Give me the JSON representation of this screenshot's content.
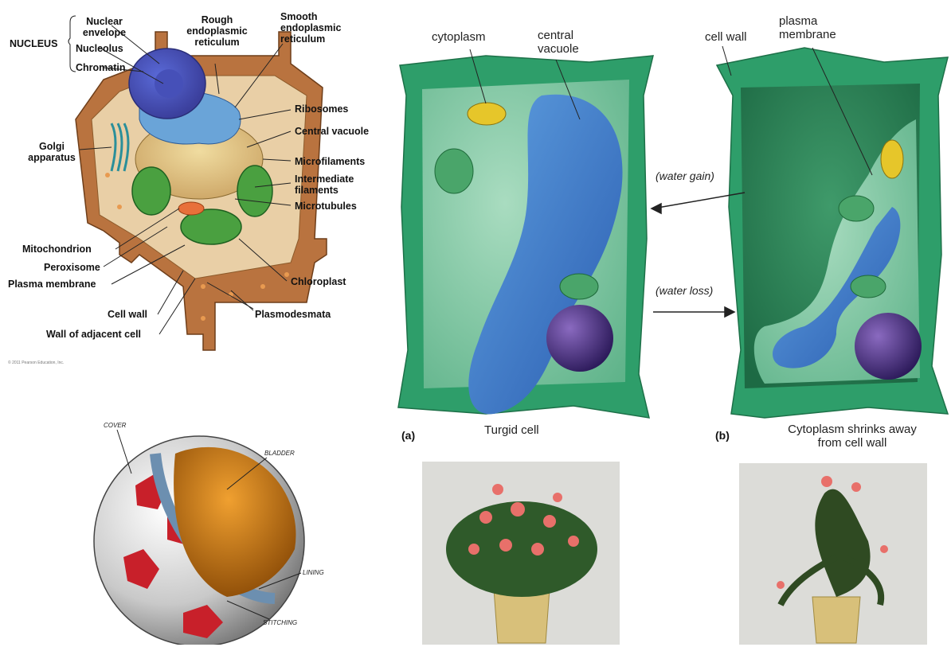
{
  "plant_cell": {
    "group_label": "NUCLEUS",
    "labels": {
      "nuclear_envelope": "Nuclear envelope",
      "nucleolus": "Nucleolus",
      "chromatin": "Chromatin",
      "rough_er": "Rough endoplasmic reticulum",
      "smooth_er": "Smooth endoplasmic reticulum",
      "ribosomes": "Ribosomes",
      "central_vacuole": "Central vacuole",
      "microfilaments": "Microfilaments",
      "intermediate_filaments": "Intermediate filaments",
      "microtubules": "Microtubules",
      "golgi": "Golgi apparatus",
      "mitochondrion": "Mitochondrion",
      "peroxisome": "Peroxisome",
      "plasma_membrane": "Plasma membrane",
      "cell_wall": "Cell wall",
      "wall_adjacent": "Wall of adjacent cell",
      "chloroplast": "Chloroplast",
      "plasmodesmata": "Plasmodesmata"
    },
    "copyright": "© 2011 Pearson Education, Inc."
  },
  "ball": {
    "labels": {
      "cover": "COVER",
      "bladder": "BLADDER",
      "lining": "LINING",
      "stitching": "STITCHING"
    }
  },
  "turgor": {
    "cell_a": {
      "cytoplasm": "cytoplasm",
      "central_vacuole": "central vacuole",
      "letter": "(a)",
      "caption": "Turgid cell"
    },
    "cell_b": {
      "cell_wall": "cell wall",
      "plasma_membrane": "plasma membrane",
      "letter": "(b)",
      "caption": "Cytoplasm shrinks away from cell wall"
    },
    "water_gain": "(water gain)",
    "water_loss": "(water loss)"
  },
  "colors": {
    "cell_wall_green": "#2e9e6a",
    "cytoplasm_green": "#7fc9a4",
    "vacuole_blue": "#3a78c8",
    "nucleus_purple": "#4b2f7a",
    "ball_red": "#c8202a",
    "bladder_orange": "#d98a1a"
  }
}
